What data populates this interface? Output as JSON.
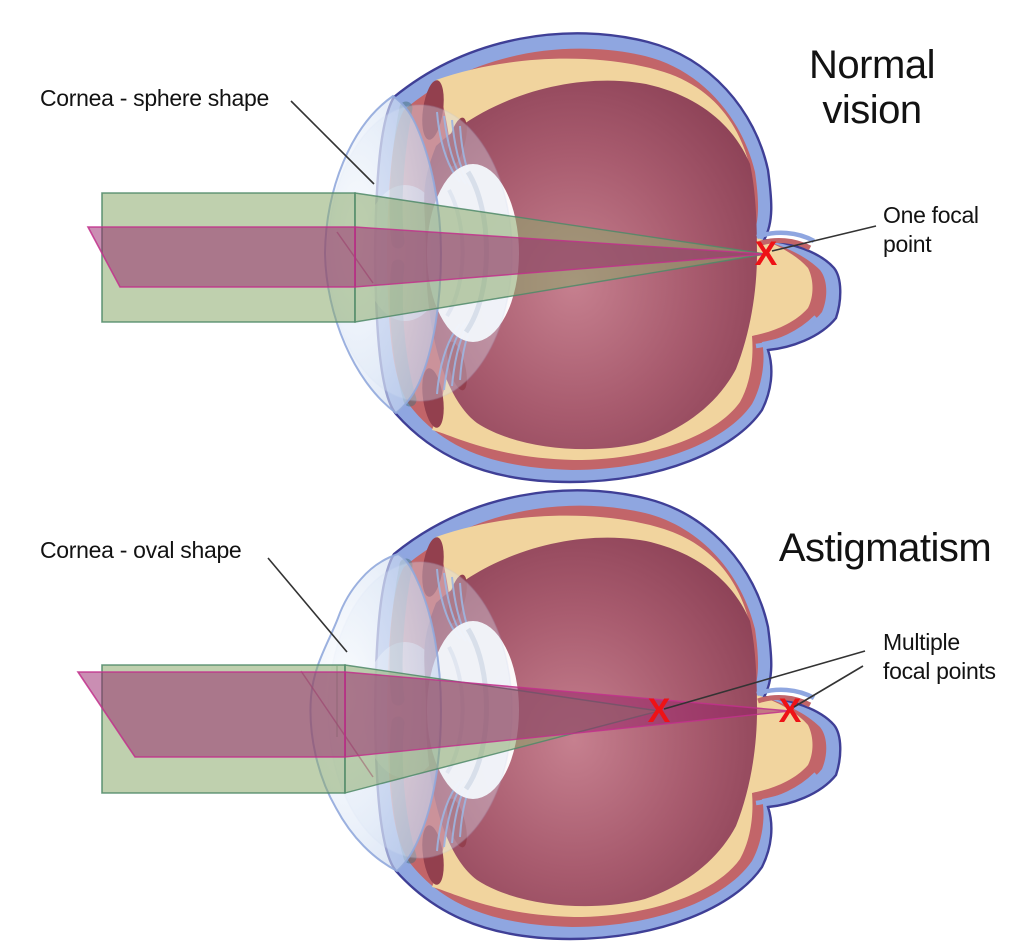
{
  "figure": {
    "background": "#ffffff",
    "panels": [
      {
        "id": "normal-vision",
        "title": "Normal vision",
        "title_lines": [
          "Normal",
          "vision"
        ],
        "cornea_label": "Cornea - sphere shape",
        "focal_label_lines": [
          "One focal",
          "point"
        ],
        "focal_points": [
          {
            "mark": "X"
          }
        ]
      },
      {
        "id": "astigmatism",
        "title": "Astigmatism",
        "title_lines": [
          "Astigmatism"
        ],
        "cornea_label": "Cornea - oval shape",
        "focal_label_lines": [
          "Multiple",
          "focal points"
        ],
        "focal_points": [
          {
            "mark": "X"
          },
          {
            "mark": "X"
          }
        ]
      }
    ],
    "colors": {
      "sclera": "#8fa6e0",
      "sclera_outline": "#3f3f96",
      "choroid": "#c26569",
      "retina": "#f1d49e",
      "vitreous_center": "#c6808f",
      "vitreous_edge": "#8c4156",
      "cornea": "#d4e0f4",
      "lens": "#ffffff",
      "zonule_fibers": "#7d9bd6",
      "beam_green_fill": "#8baa6c",
      "beam_green_stroke": "#4f8a68",
      "beam_magenta_fill": "#961e68",
      "beam_magenta_stroke": "#c2308c",
      "focal_mark": "#ee1216",
      "label_text": "#121212"
    }
  }
}
